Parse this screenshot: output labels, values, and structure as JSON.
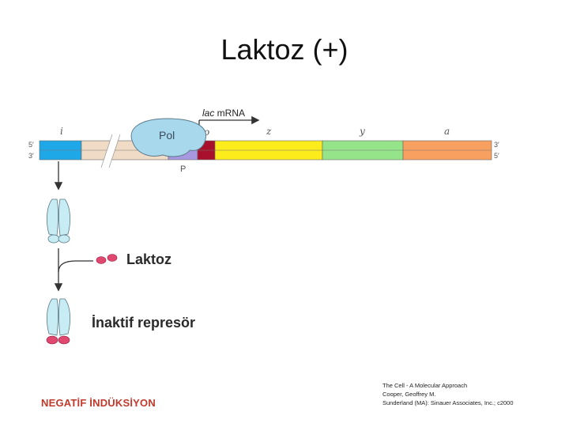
{
  "slide": {
    "title": "Laktoz (+)",
    "footer_left": "NEGATİF İNDÜKSİYON",
    "citation_lines": [
      "The Cell - A Molecular Approach",
      "Cooper, Geoffrey M.",
      "Sunderland (MA): Sinauer Associates, Inc.; c2000"
    ]
  },
  "diagram": {
    "transcript_label_italic": "lac",
    "transcript_label_rest": " mRNA",
    "polymerase_label": "Pol",
    "promoter_label": "P",
    "strand_labels": {
      "left_top": "5′",
      "left_bottom": "3′",
      "right_top": "3′",
      "right_bottom": "5′"
    },
    "gene_labels": [
      "i",
      "o",
      "z",
      "y",
      "a"
    ],
    "lactose_label": "Laktoz",
    "inactive_repressor_label": "İnaktif represör",
    "colors": {
      "gene_i": "#1ea8e8",
      "spacer": "#f0dcc6",
      "promoter": "#a898e0",
      "operator": "#a8102c",
      "gene_z": "#fcec1c",
      "gene_y": "#96e48a",
      "gene_a": "#f8a060",
      "polymerase": "#a8d8ec",
      "repressor": "#c8ecf4",
      "lactose": "#e04870"
    }
  }
}
